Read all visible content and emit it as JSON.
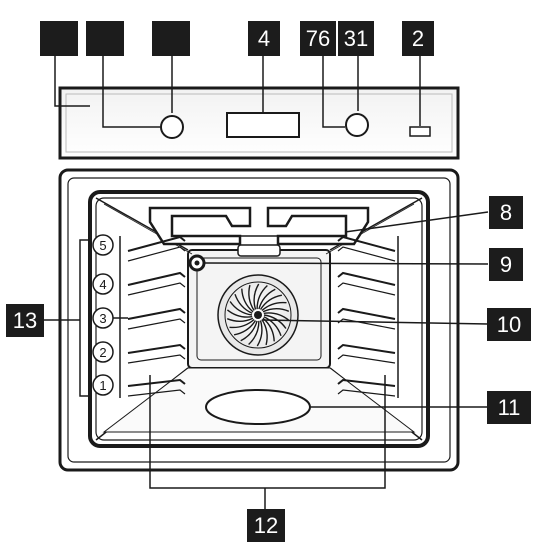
{
  "colors": {
    "ink": "#1a1a1a",
    "label_bg": "#1c1c1c",
    "label_text": "#ffffff",
    "paper": "#ffffff",
    "cavity_shade": "#d9d9d9"
  },
  "callouts": {
    "top": [
      {
        "id": "c-a",
        "text": ""
      },
      {
        "id": "c-b",
        "text": ""
      },
      {
        "id": "c-c",
        "text": ""
      },
      {
        "id": "c-4",
        "text": "4"
      },
      {
        "id": "c-76",
        "text": "76"
      },
      {
        "id": "c-31",
        "text": "31"
      },
      {
        "id": "c-2",
        "text": "2"
      }
    ],
    "side": [
      {
        "id": "c-8",
        "text": "8"
      },
      {
        "id": "c-9",
        "text": "9"
      },
      {
        "id": "c-10",
        "text": "10"
      },
      {
        "id": "c-11",
        "text": "11"
      },
      {
        "id": "c-13",
        "text": "13"
      },
      {
        "id": "c-12",
        "text": "12"
      }
    ]
  },
  "shelf_levels": [
    "5",
    "4",
    "3",
    "2",
    "1"
  ]
}
